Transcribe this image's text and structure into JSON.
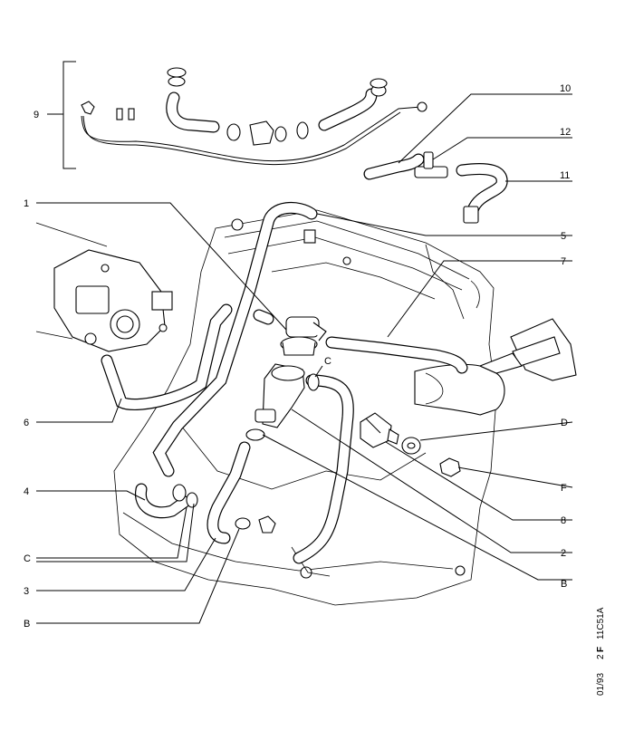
{
  "callouts": {
    "c1": "1",
    "c2": "2",
    "c3": "3",
    "c4": "4",
    "c5": "5",
    "c6": "6",
    "c7": "7",
    "c8": "8",
    "c9": "9",
    "c10": "10",
    "c11": "11",
    "c12": "12",
    "cB_left": "B",
    "cB_right": "B",
    "cC_left": "C",
    "cC_top": "C",
    "cD": "D",
    "cF": "F"
  },
  "margin_stamp": {
    "date": "01/93",
    "page": "2",
    "page_suffix": "F",
    "drawing_code": "11C51A"
  }
}
